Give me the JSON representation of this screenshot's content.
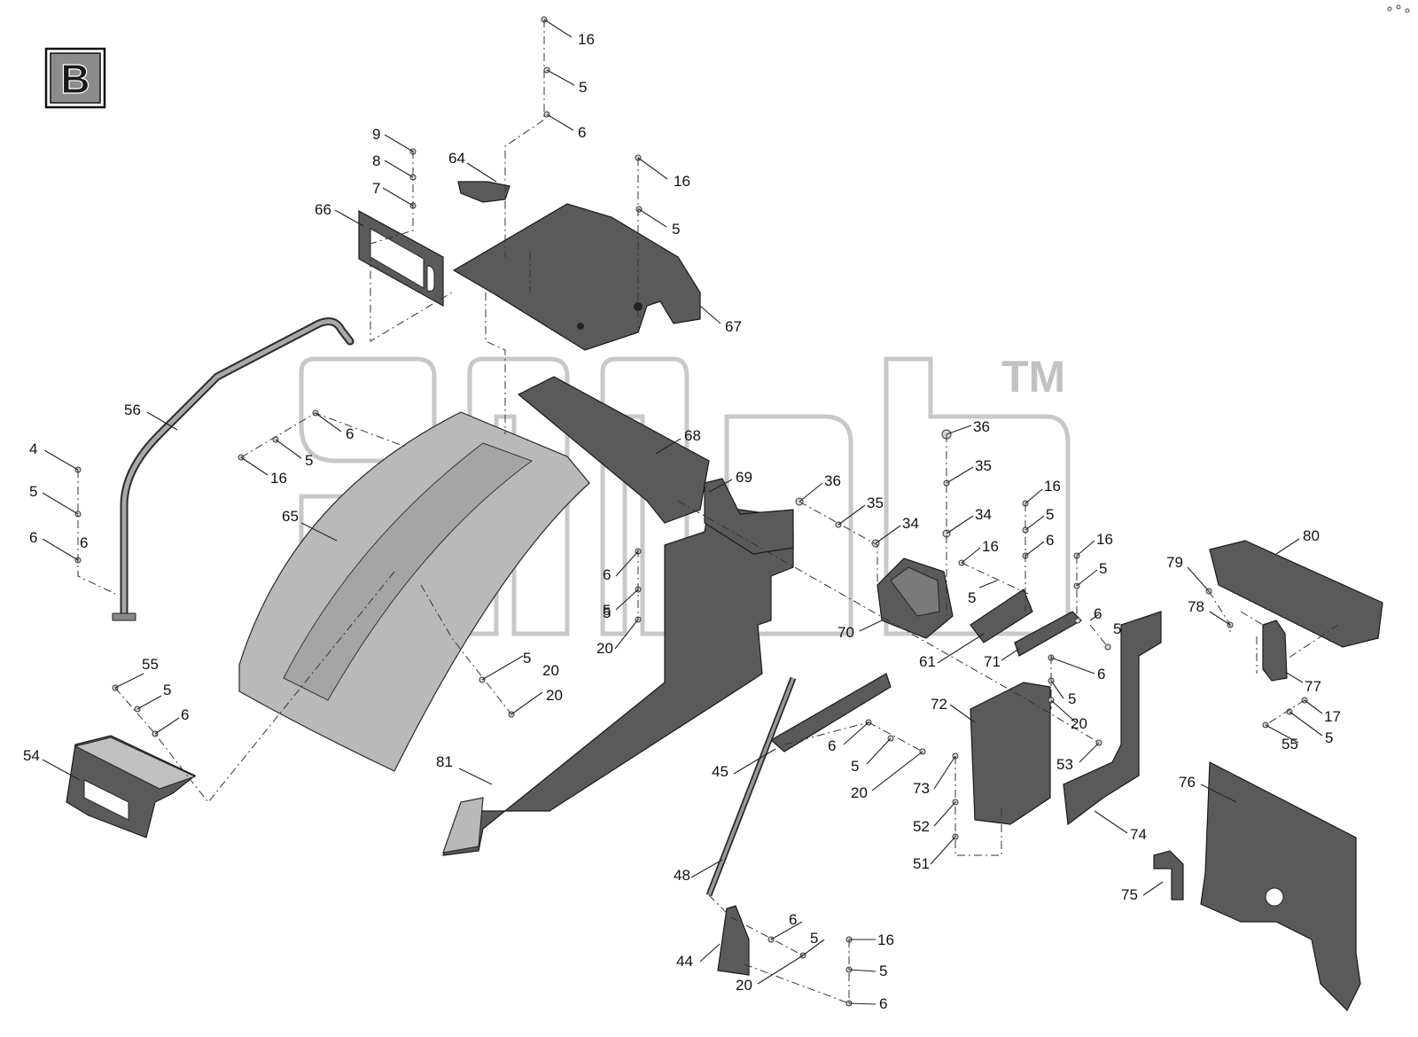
{
  "section_badge": "B",
  "watermark_tm": "TM",
  "callouts": [
    {
      "id": "c16a",
      "text": "16"
    },
    {
      "id": "c5a",
      "text": "5"
    },
    {
      "id": "c6a",
      "text": "6"
    },
    {
      "id": "c9",
      "text": "9"
    },
    {
      "id": "c8",
      "text": "8"
    },
    {
      "id": "c7",
      "text": "7"
    },
    {
      "id": "c64",
      "text": "64"
    },
    {
      "id": "c66",
      "text": "66"
    },
    {
      "id": "c16b",
      "text": "16"
    },
    {
      "id": "c5b",
      "text": "5"
    },
    {
      "id": "c67",
      "text": "67"
    },
    {
      "id": "c56",
      "text": "56"
    },
    {
      "id": "c6b",
      "text": "6"
    },
    {
      "id": "c5c",
      "text": "5"
    },
    {
      "id": "c16c",
      "text": "16"
    },
    {
      "id": "c4",
      "text": "4"
    },
    {
      "id": "c5d",
      "text": "5"
    },
    {
      "id": "c6c",
      "text": "6"
    },
    {
      "id": "c65",
      "text": "65"
    },
    {
      "id": "c68",
      "text": "68"
    },
    {
      "id": "c69",
      "text": "69"
    },
    {
      "id": "c36a",
      "text": "36"
    },
    {
      "id": "c35a",
      "text": "35"
    },
    {
      "id": "c34a",
      "text": "34"
    },
    {
      "id": "c36b",
      "text": "36"
    },
    {
      "id": "c35b",
      "text": "35"
    },
    {
      "id": "c34b",
      "text": "34"
    },
    {
      "id": "c16d",
      "text": "16"
    },
    {
      "id": "c5e",
      "text": "5"
    },
    {
      "id": "c6d",
      "text": "6"
    },
    {
      "id": "c16e",
      "text": "16"
    },
    {
      "id": "c16f",
      "text": "16"
    },
    {
      "id": "c5f",
      "text": "5"
    },
    {
      "id": "c5g",
      "text": "5"
    },
    {
      "id": "c6e",
      "text": "6"
    },
    {
      "id": "c5h",
      "text": "5"
    },
    {
      "id": "c80",
      "text": "80"
    },
    {
      "id": "c79",
      "text": "79"
    },
    {
      "id": "c78",
      "text": "78"
    },
    {
      "id": "c77",
      "text": "77"
    },
    {
      "id": "c17",
      "text": "17"
    },
    {
      "id": "c55a",
      "text": "55"
    },
    {
      "id": "c5i",
      "text": "5"
    },
    {
      "id": "c6f",
      "text": "6"
    },
    {
      "id": "c5j",
      "text": "5"
    },
    {
      "id": "c20a",
      "text": "20"
    },
    {
      "id": "c70",
      "text": "70"
    },
    {
      "id": "c61",
      "text": "61"
    },
    {
      "id": "c71",
      "text": "71"
    },
    {
      "id": "c6g",
      "text": "6"
    },
    {
      "id": "c5k",
      "text": "5"
    },
    {
      "id": "c20b",
      "text": "20"
    },
    {
      "id": "c53",
      "text": "53"
    },
    {
      "id": "c72",
      "text": "72"
    },
    {
      "id": "c74",
      "text": "74"
    },
    {
      "id": "c55b",
      "text": "55"
    },
    {
      "id": "c5l",
      "text": "5"
    },
    {
      "id": "c6h",
      "text": "6"
    },
    {
      "id": "c54",
      "text": "54"
    },
    {
      "id": "c5m",
      "text": "5"
    },
    {
      "id": "c20c",
      "text": "20"
    },
    {
      "id": "c6i",
      "text": "6"
    },
    {
      "id": "c5n",
      "text": "5"
    },
    {
      "id": "c20d",
      "text": "20"
    },
    {
      "id": "c81",
      "text": "81"
    },
    {
      "id": "c45",
      "text": "45"
    },
    {
      "id": "c6j",
      "text": "6"
    },
    {
      "id": "c5o",
      "text": "5"
    },
    {
      "id": "c20e",
      "text": "20"
    },
    {
      "id": "c73",
      "text": "73"
    },
    {
      "id": "c52",
      "text": "52"
    },
    {
      "id": "c51",
      "text": "51"
    },
    {
      "id": "c76",
      "text": "76"
    },
    {
      "id": "c48",
      "text": "48"
    },
    {
      "id": "c75",
      "text": "75"
    },
    {
      "id": "c6k",
      "text": "6"
    },
    {
      "id": "c5p",
      "text": "5"
    },
    {
      "id": "c44",
      "text": "44"
    },
    {
      "id": "c20f",
      "text": "20"
    },
    {
      "id": "c16g",
      "text": "16"
    },
    {
      "id": "c5q",
      "text": "5"
    },
    {
      "id": "c6l",
      "text": "6"
    }
  ]
}
